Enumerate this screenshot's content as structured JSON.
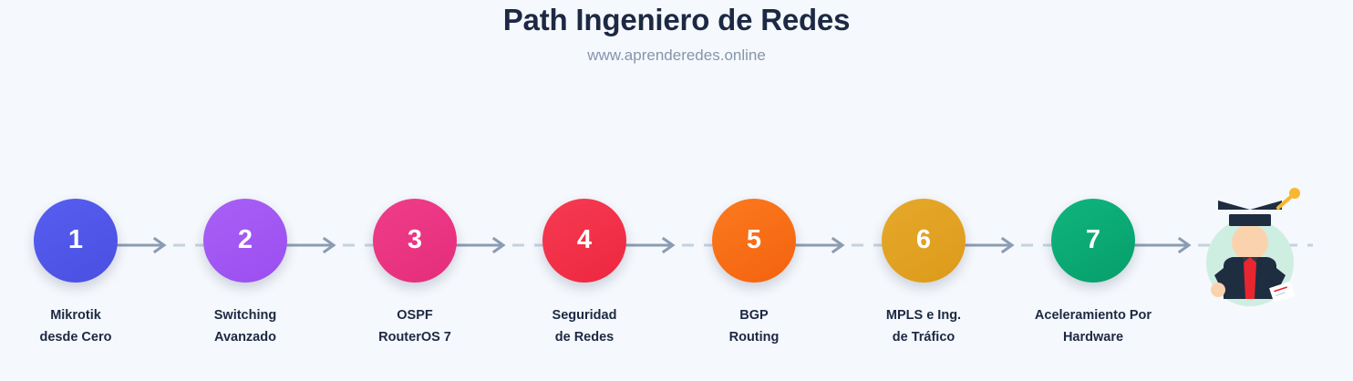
{
  "header": {
    "title": "Path Ingeniero de Redes",
    "subtitle": "www.aprenderedes.online"
  },
  "roadmap": {
    "steps": [
      {
        "number": "1",
        "line1": "Mikrotik",
        "line2": "desde Cero",
        "color_from": "#565ef0",
        "color_to": "#4a4fe0"
      },
      {
        "number": "2",
        "line1": "Switching",
        "line2": "Avanzado",
        "color_from": "#a860f5",
        "color_to": "#9b4ef0"
      },
      {
        "number": "3",
        "line1": "OSPF",
        "line2": "RouterOS 7",
        "color_from": "#ef3d8a",
        "color_to": "#e52d7a"
      },
      {
        "number": "4",
        "line1": "Seguridad",
        "line2": "de Redes",
        "color_from": "#f53b52",
        "color_to": "#ee2740"
      },
      {
        "number": "5",
        "line1": "BGP",
        "line2": "Routing",
        "color_from": "#fb7a1e",
        "color_to": "#f4620f"
      },
      {
        "number": "6",
        "line1": "MPLS e Ing.",
        "line2": "de Tráfico",
        "color_from": "#e6a92b",
        "color_to": "#dd9a1a"
      },
      {
        "number": "7",
        "line1": "Aceleramiento Por",
        "line2": "Hardware",
        "color_from": "#10b57e",
        "color_to": "#069e6b"
      }
    ]
  },
  "illustration": {
    "name": "graduate-avatar",
    "circle_bg": "#cfeee2",
    "cap_color": "#1f2d41",
    "tassel_color": "#f7b731",
    "suit_color": "#1f2d41",
    "tie_color": "#e8262f",
    "skin_color": "#fad3ae",
    "diploma_color": "#ffffff"
  },
  "colors": {
    "background": "#f5f8fc",
    "title": "#1d2943",
    "subtitle": "#8795ab",
    "arrow_solid": "#8b9cb3",
    "arrow_dash": "#c3d2e0"
  }
}
